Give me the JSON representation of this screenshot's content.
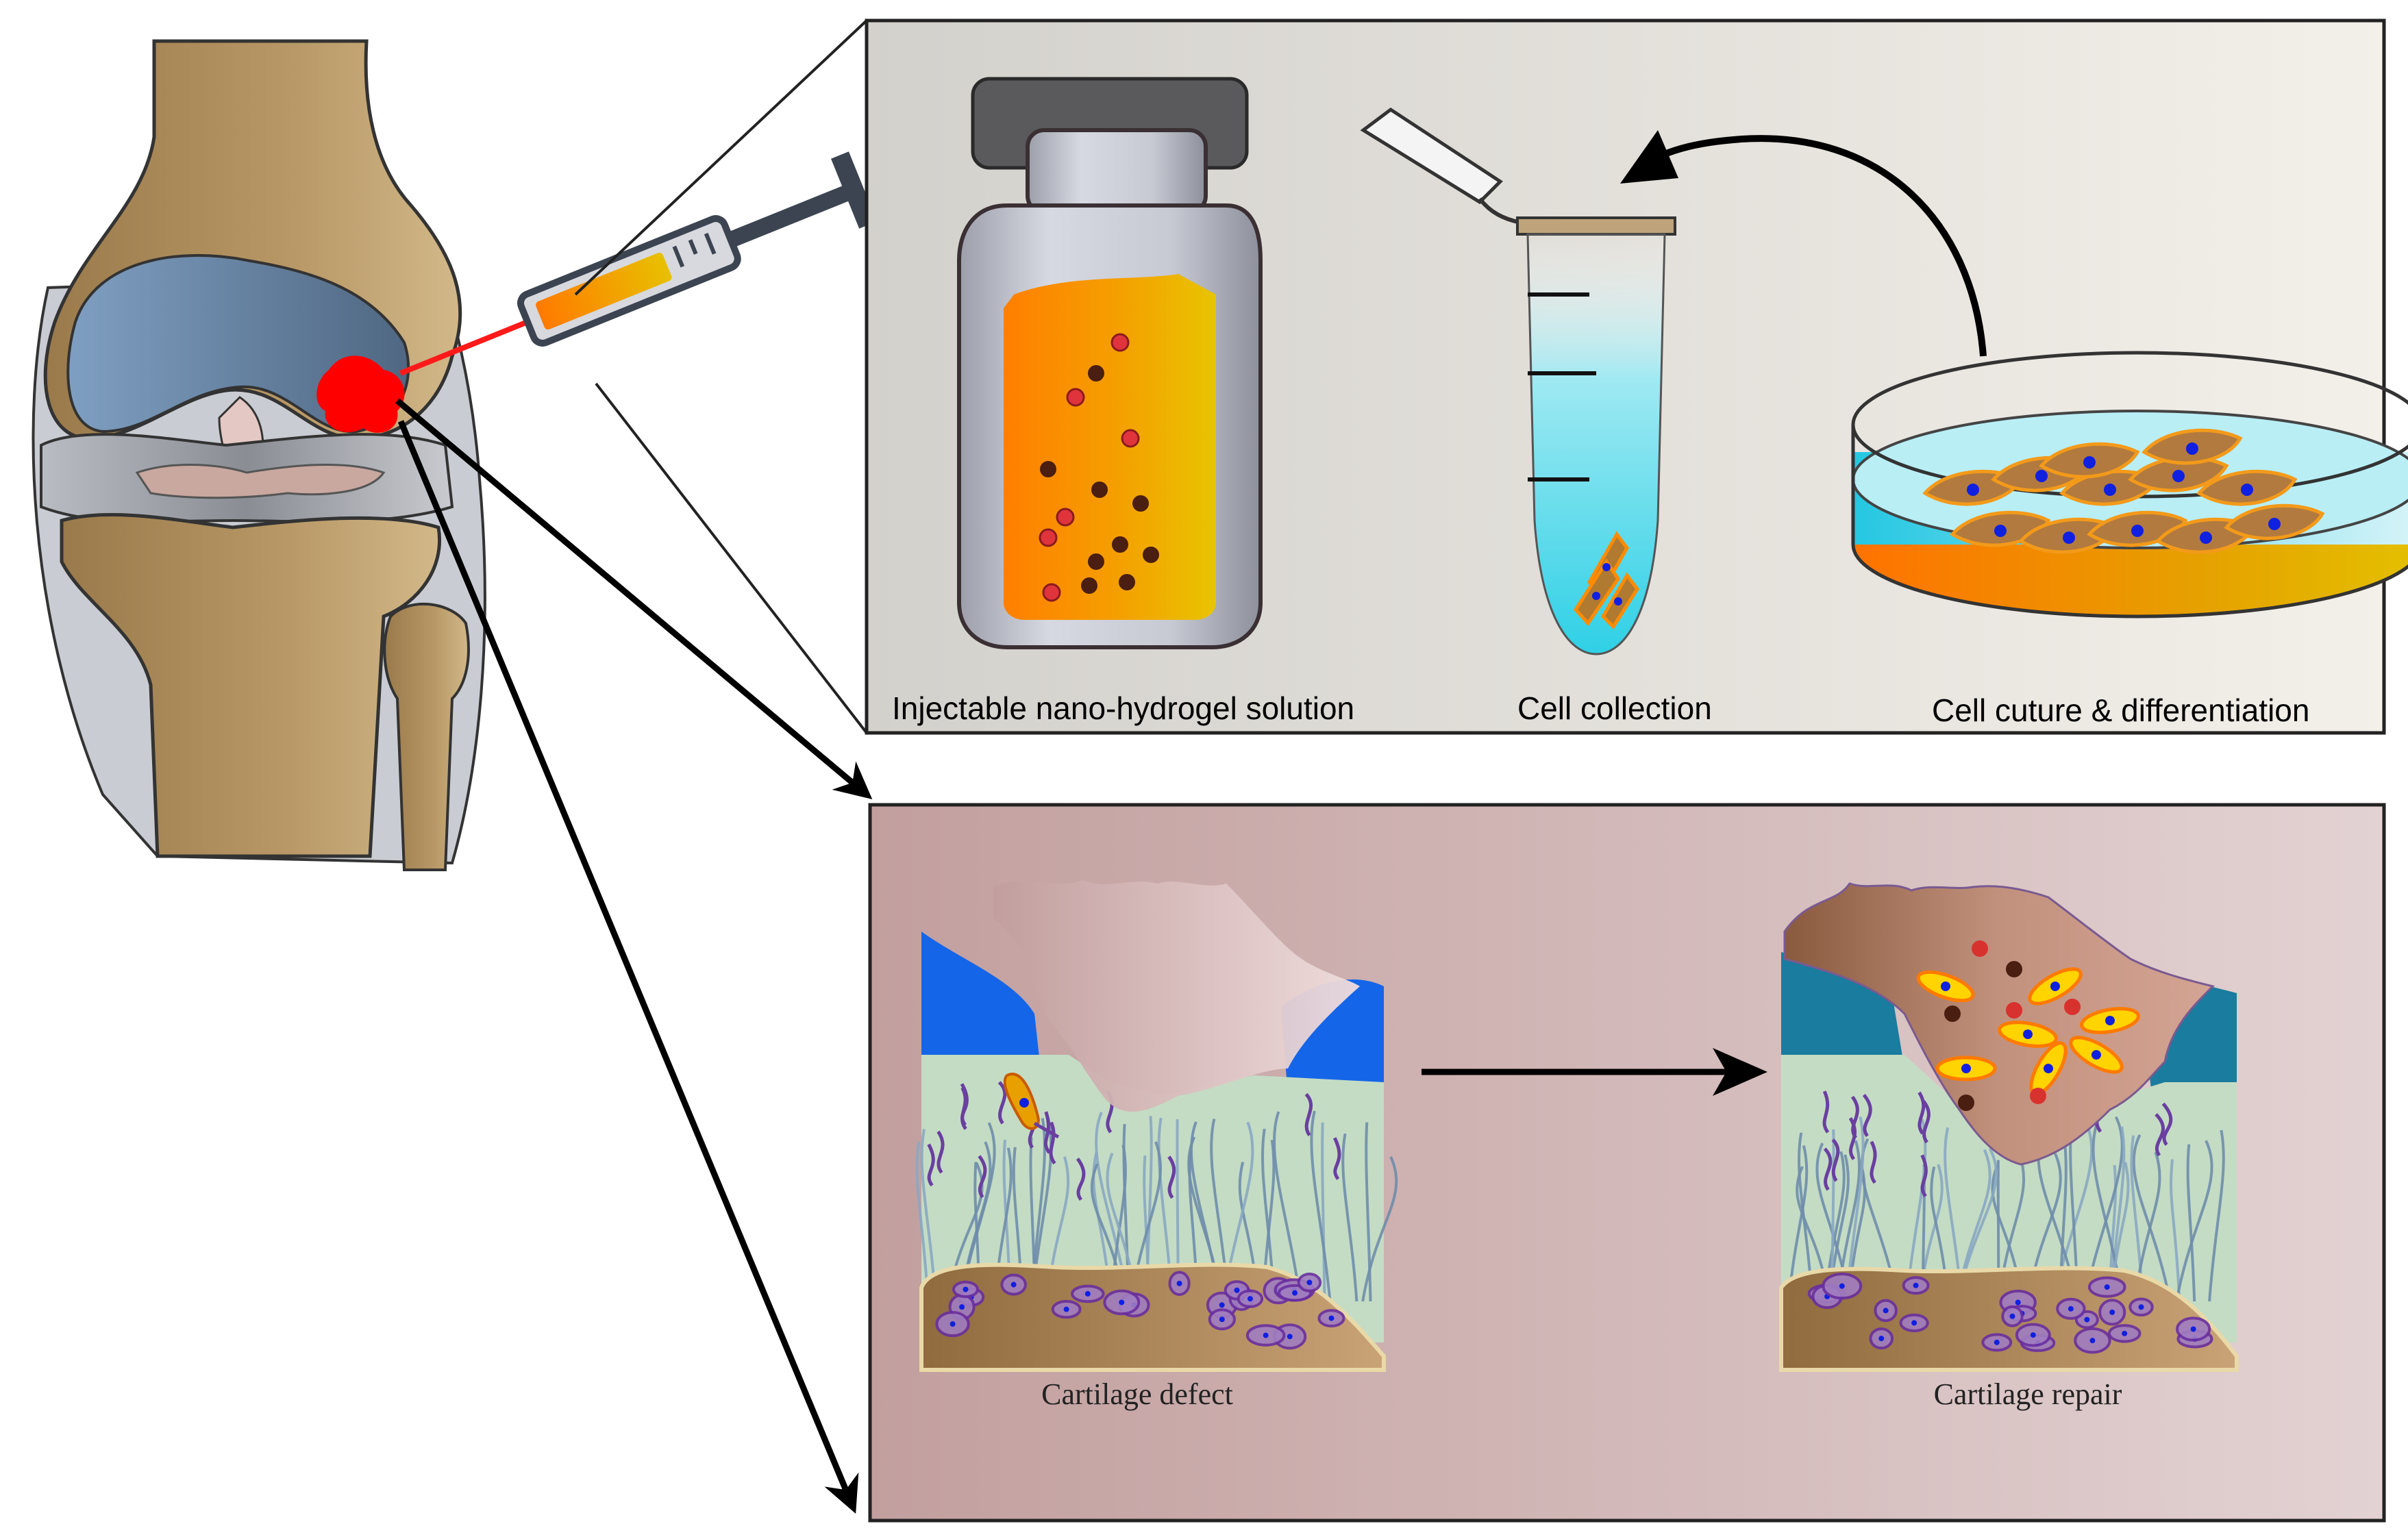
{
  "top_panel": {
    "labels": {
      "vial": "Injectable nano-hydrogel solution",
      "tube": "Cell collection",
      "dish": "Cell cuture & differentiation"
    }
  },
  "bottom_panel": {
    "labels": {
      "defect": "Cartilage defect",
      "repair": "Cartilage repair"
    }
  },
  "colors": {
    "bone": "#a88656",
    "cartilage_blue": "#6f8fb3",
    "injection_red": "#ff0000",
    "hydrogel_orange": "#ff8a00",
    "hydrogel_yellow": "#e8c000",
    "medium_cyan": "#36d6ea",
    "tissue_green": "#c4dcc4",
    "cell_yellow": "#ffd400",
    "nucleus_blue": "#1020e0",
    "fiber_purple": "#6a3fa0"
  }
}
